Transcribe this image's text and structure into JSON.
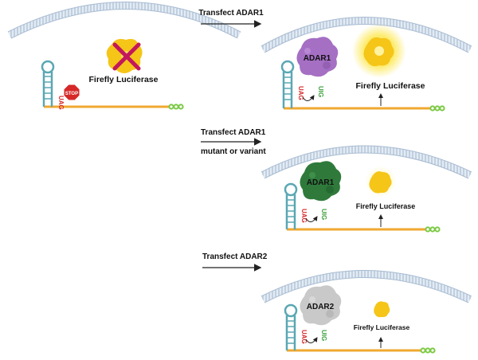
{
  "panel_top_left": {
    "gene_label": "Firefly Luciferase",
    "codon": "UAG",
    "stop_sign": "STOP"
  },
  "panel_adar1": {
    "arrow_label": "Transfect ADAR1",
    "enzyme": "ADAR1",
    "codon_before": "UAG",
    "codon_after": "UIG",
    "gene_label": "Firefly Luciferase"
  },
  "panel_mutant": {
    "arrow_label_line1": "Transfect ADAR1",
    "arrow_label_line2": "mutant or variant",
    "enzyme": "ADAR1",
    "codon_before": "UAG",
    "codon_after": "UIG",
    "gene_label": "Firefly Luciferase"
  },
  "panel_adar2": {
    "arrow_label": "Transfect ADAR2",
    "enzyme": "ADAR2",
    "codon_before": "UAG",
    "codon_after": "UIG",
    "gene_label": "Firefly Luciferase"
  },
  "colors": {
    "membrane": "#9fb4cc",
    "membrane_fill": "#dce6f0",
    "rna": "#f0a830",
    "hairpin": "#5aa7b3",
    "poly_a": "#7ac943",
    "adar1_wt": "#a56fc4",
    "adar1_mutant": "#2f7a3b",
    "adar2": "#c9c9c9",
    "luciferase": "#f5c518",
    "stop_red": "#d62828",
    "codon_red": "#d62828",
    "codon_green": "#3a9d3a"
  }
}
